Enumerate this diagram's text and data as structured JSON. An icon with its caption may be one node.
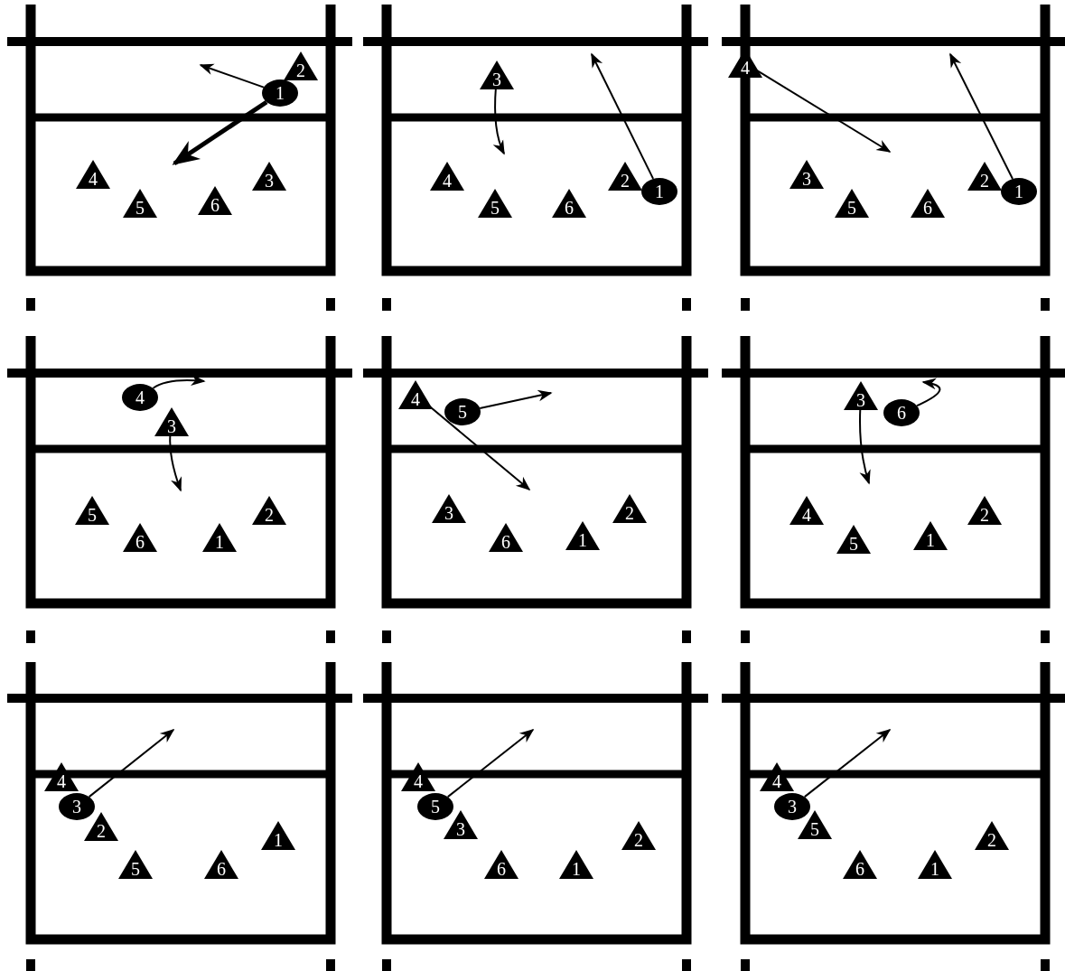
{
  "diagram": {
    "nodes": [
      {
        "text": [
          "2"
        ]
      },
      {
        "text": [
          "1"
        ]
      },
      {
        "text": [
          "4"
        ]
      },
      {
        "text": [
          "3"
        ]
      },
      {
        "text": [
          "5"
        ]
      },
      {
        "text": [
          "6"
        ]
      },
      {
        "text": [
          "3"
        ]
      },
      {
        "text": [
          "4"
        ]
      },
      {
        "text": [
          "2"
        ]
      },
      {
        "text": [
          "1"
        ]
      },
      {
        "text": [
          "5"
        ]
      },
      {
        "text": [
          "6"
        ]
      },
      {
        "text": [
          "4"
        ]
      },
      {
        "text": [
          "3"
        ]
      },
      {
        "text": [
          "2"
        ]
      },
      {
        "text": [
          "1"
        ]
      },
      {
        "text": [
          "5"
        ]
      },
      {
        "text": [
          "6"
        ]
      },
      {
        "text": [
          "4"
        ]
      },
      {
        "text": [
          "3"
        ]
      },
      {
        "text": [
          "5"
        ]
      },
      {
        "text": [
          "2"
        ]
      },
      {
        "text": [
          "6"
        ]
      },
      {
        "text": [
          "1"
        ]
      },
      {
        "text": [
          "4"
        ]
      },
      {
        "text": [
          "5"
        ]
      },
      {
        "text": [
          "3"
        ]
      },
      {
        "text": [
          "2"
        ]
      },
      {
        "text": [
          "6"
        ]
      },
      {
        "text": [
          "1"
        ]
      },
      {
        "text": [
          "3"
        ]
      },
      {
        "text": [
          "6"
        ]
      },
      {
        "text": [
          "4"
        ]
      },
      {
        "text": [
          "2"
        ]
      },
      {
        "text": [
          "5"
        ]
      },
      {
        "text": [
          "1"
        ]
      },
      {
        "text": [
          "4"
        ]
      },
      {
        "text": [
          "3"
        ]
      },
      {
        "text": [
          "2"
        ]
      },
      {
        "text": [
          "1"
        ]
      },
      {
        "text": [
          "5"
        ]
      },
      {
        "text": [
          "6"
        ]
      },
      {
        "text": [
          "4"
        ]
      },
      {
        "text": [
          "5"
        ]
      },
      {
        "text": [
          "3"
        ]
      },
      {
        "text": [
          "2"
        ]
      },
      {
        "text": [
          "6"
        ]
      },
      {
        "text": [
          "1"
        ]
      },
      {
        "text": [
          "4"
        ]
      },
      {
        "text": [
          "3"
        ]
      },
      {
        "text": [
          "5"
        ]
      },
      {
        "text": [
          "2"
        ]
      },
      {
        "text": [
          "6"
        ]
      },
      {
        "text": [
          "1"
        ]
      }
    ],
    "edges": [
      {
        "from": 1,
        "to": null,
        "arrow": "to"
      },
      {
        "from": 1,
        "to": null,
        "arrow": "to",
        "style": "thick"
      },
      {
        "from": 6,
        "to": null,
        "arrow": "to"
      },
      {
        "from": 9,
        "to": null,
        "arrow": "to"
      },
      {
        "from": 12,
        "to": null,
        "arrow": "to"
      },
      {
        "from": 15,
        "to": null,
        "arrow": "to"
      },
      {
        "from": 18,
        "to": null,
        "arrow": "to"
      },
      {
        "from": 19,
        "to": null,
        "arrow": "to"
      },
      {
        "from": 24,
        "to": null,
        "arrow": "to"
      },
      {
        "from": 25,
        "to": null,
        "arrow": "to"
      },
      {
        "from": 31,
        "to": null,
        "arrow": "to"
      },
      {
        "from": 30,
        "to": null,
        "arrow": "to"
      },
      {
        "from": 37,
        "to": null,
        "arrow": "to"
      },
      {
        "from": 43,
        "to": null,
        "arrow": "to"
      },
      {
        "from": 49,
        "to": null,
        "arrow": "to"
      }
    ]
  }
}
